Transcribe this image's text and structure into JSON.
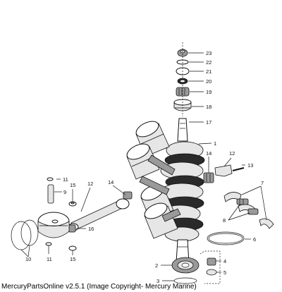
{
  "footer": "MercuryPartsOnline v2.5.1 (Image Copyright- Mercury Marine)",
  "callouts": [
    "23",
    "22",
    "21",
    "20",
    "19",
    "18",
    "17",
    "1",
    "14",
    "12",
    "13",
    "11",
    "9",
    "12",
    "14",
    "7",
    "8",
    "15",
    "16",
    "10",
    "11",
    "15",
    "6",
    "2",
    "4",
    "5",
    "3"
  ]
}
